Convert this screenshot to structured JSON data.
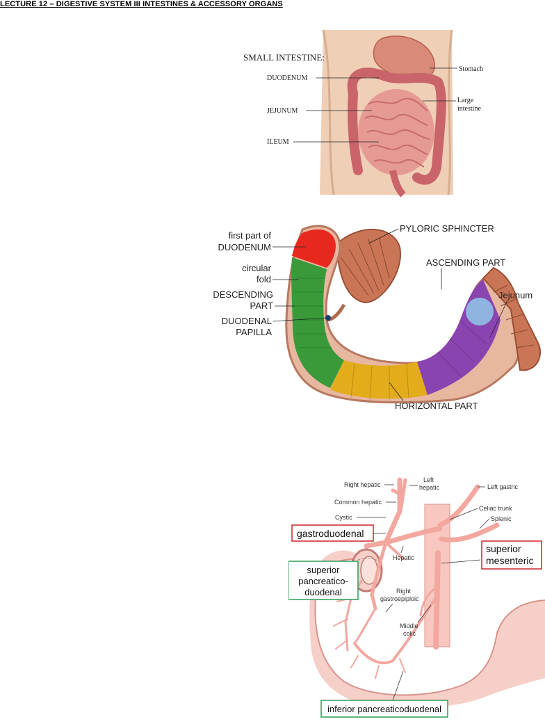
{
  "document": {
    "title": "LECTURE 12 – DIGESTIVE SYSTEM III INTESTINES & ACCESSORY ORGANS"
  },
  "figure1": {
    "heading": "SMALL INTESTINE:",
    "labels": {
      "duodenum": "DUODENUM",
      "jejunum": "JEJUNUM",
      "ileum": "ILEUM",
      "stomach": "Stomach",
      "large_line1": "Large",
      "large_line2": "intestine"
    }
  },
  "figure2": {
    "labels": {
      "first_part_1": "first part of",
      "first_part_2": "DUODENUM",
      "circular_1": "circular",
      "circular_2": "fold",
      "descending_1": "DESCENDING",
      "descending_2": "PART",
      "papilla_1": "DUODENAL",
      "papilla_2": "PAPILLA",
      "pyloric": "PYLORIC SPHINCTER",
      "ascending": "ASCENDING PART",
      "jejunum": "Jejunum",
      "horizontal": "HORIZONTAL PART"
    },
    "colors": {
      "first_part": "#e8281e",
      "descending": "#3a9a3a",
      "horizontal": "#e3ac1a",
      "ascending": "#8a44b0",
      "jejunum_spot": "#8fb4e0"
    }
  },
  "figure3": {
    "labels": {
      "right_hepatic": "Right hepatic",
      "left_hepatic_1": "Left",
      "left_hepatic_2": "hepatic",
      "left_gastric": "Left gastric",
      "common_hepatic": "Common hepatic",
      "celiac": "Celiac trunk",
      "cystic": "Cystic",
      "splenic": "Splenic",
      "gastroduodenal": "gastroduodenal",
      "hepatic": "Hepatic",
      "sup_mes_1": "superior",
      "sup_mes_2": "mesenteric",
      "sup_panc_1": "superior",
      "sup_panc_2": "pancreatico-",
      "sup_panc_3": "duodenal",
      "right_gastro_1": "Right",
      "right_gastro_2": "gastroepiploic",
      "middle_colic_1": "Middle",
      "middle_colic_2": "colic",
      "inf_panc": "inferior pancreaticoduodenal"
    },
    "colors": {
      "red_box": "#c8262b",
      "green_box": "#2e9b57",
      "vessel": "#f3a79e",
      "organ": "#f6cfc8"
    }
  }
}
